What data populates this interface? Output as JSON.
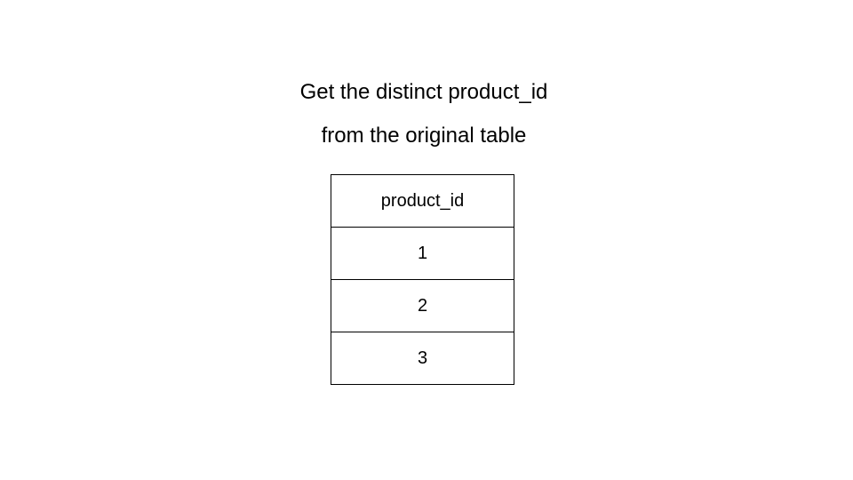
{
  "caption": {
    "line1": "Get the distinct product_id",
    "line2": "from the original table"
  },
  "table": {
    "header": "product_id",
    "rows": [
      "1",
      "2",
      "3"
    ]
  }
}
